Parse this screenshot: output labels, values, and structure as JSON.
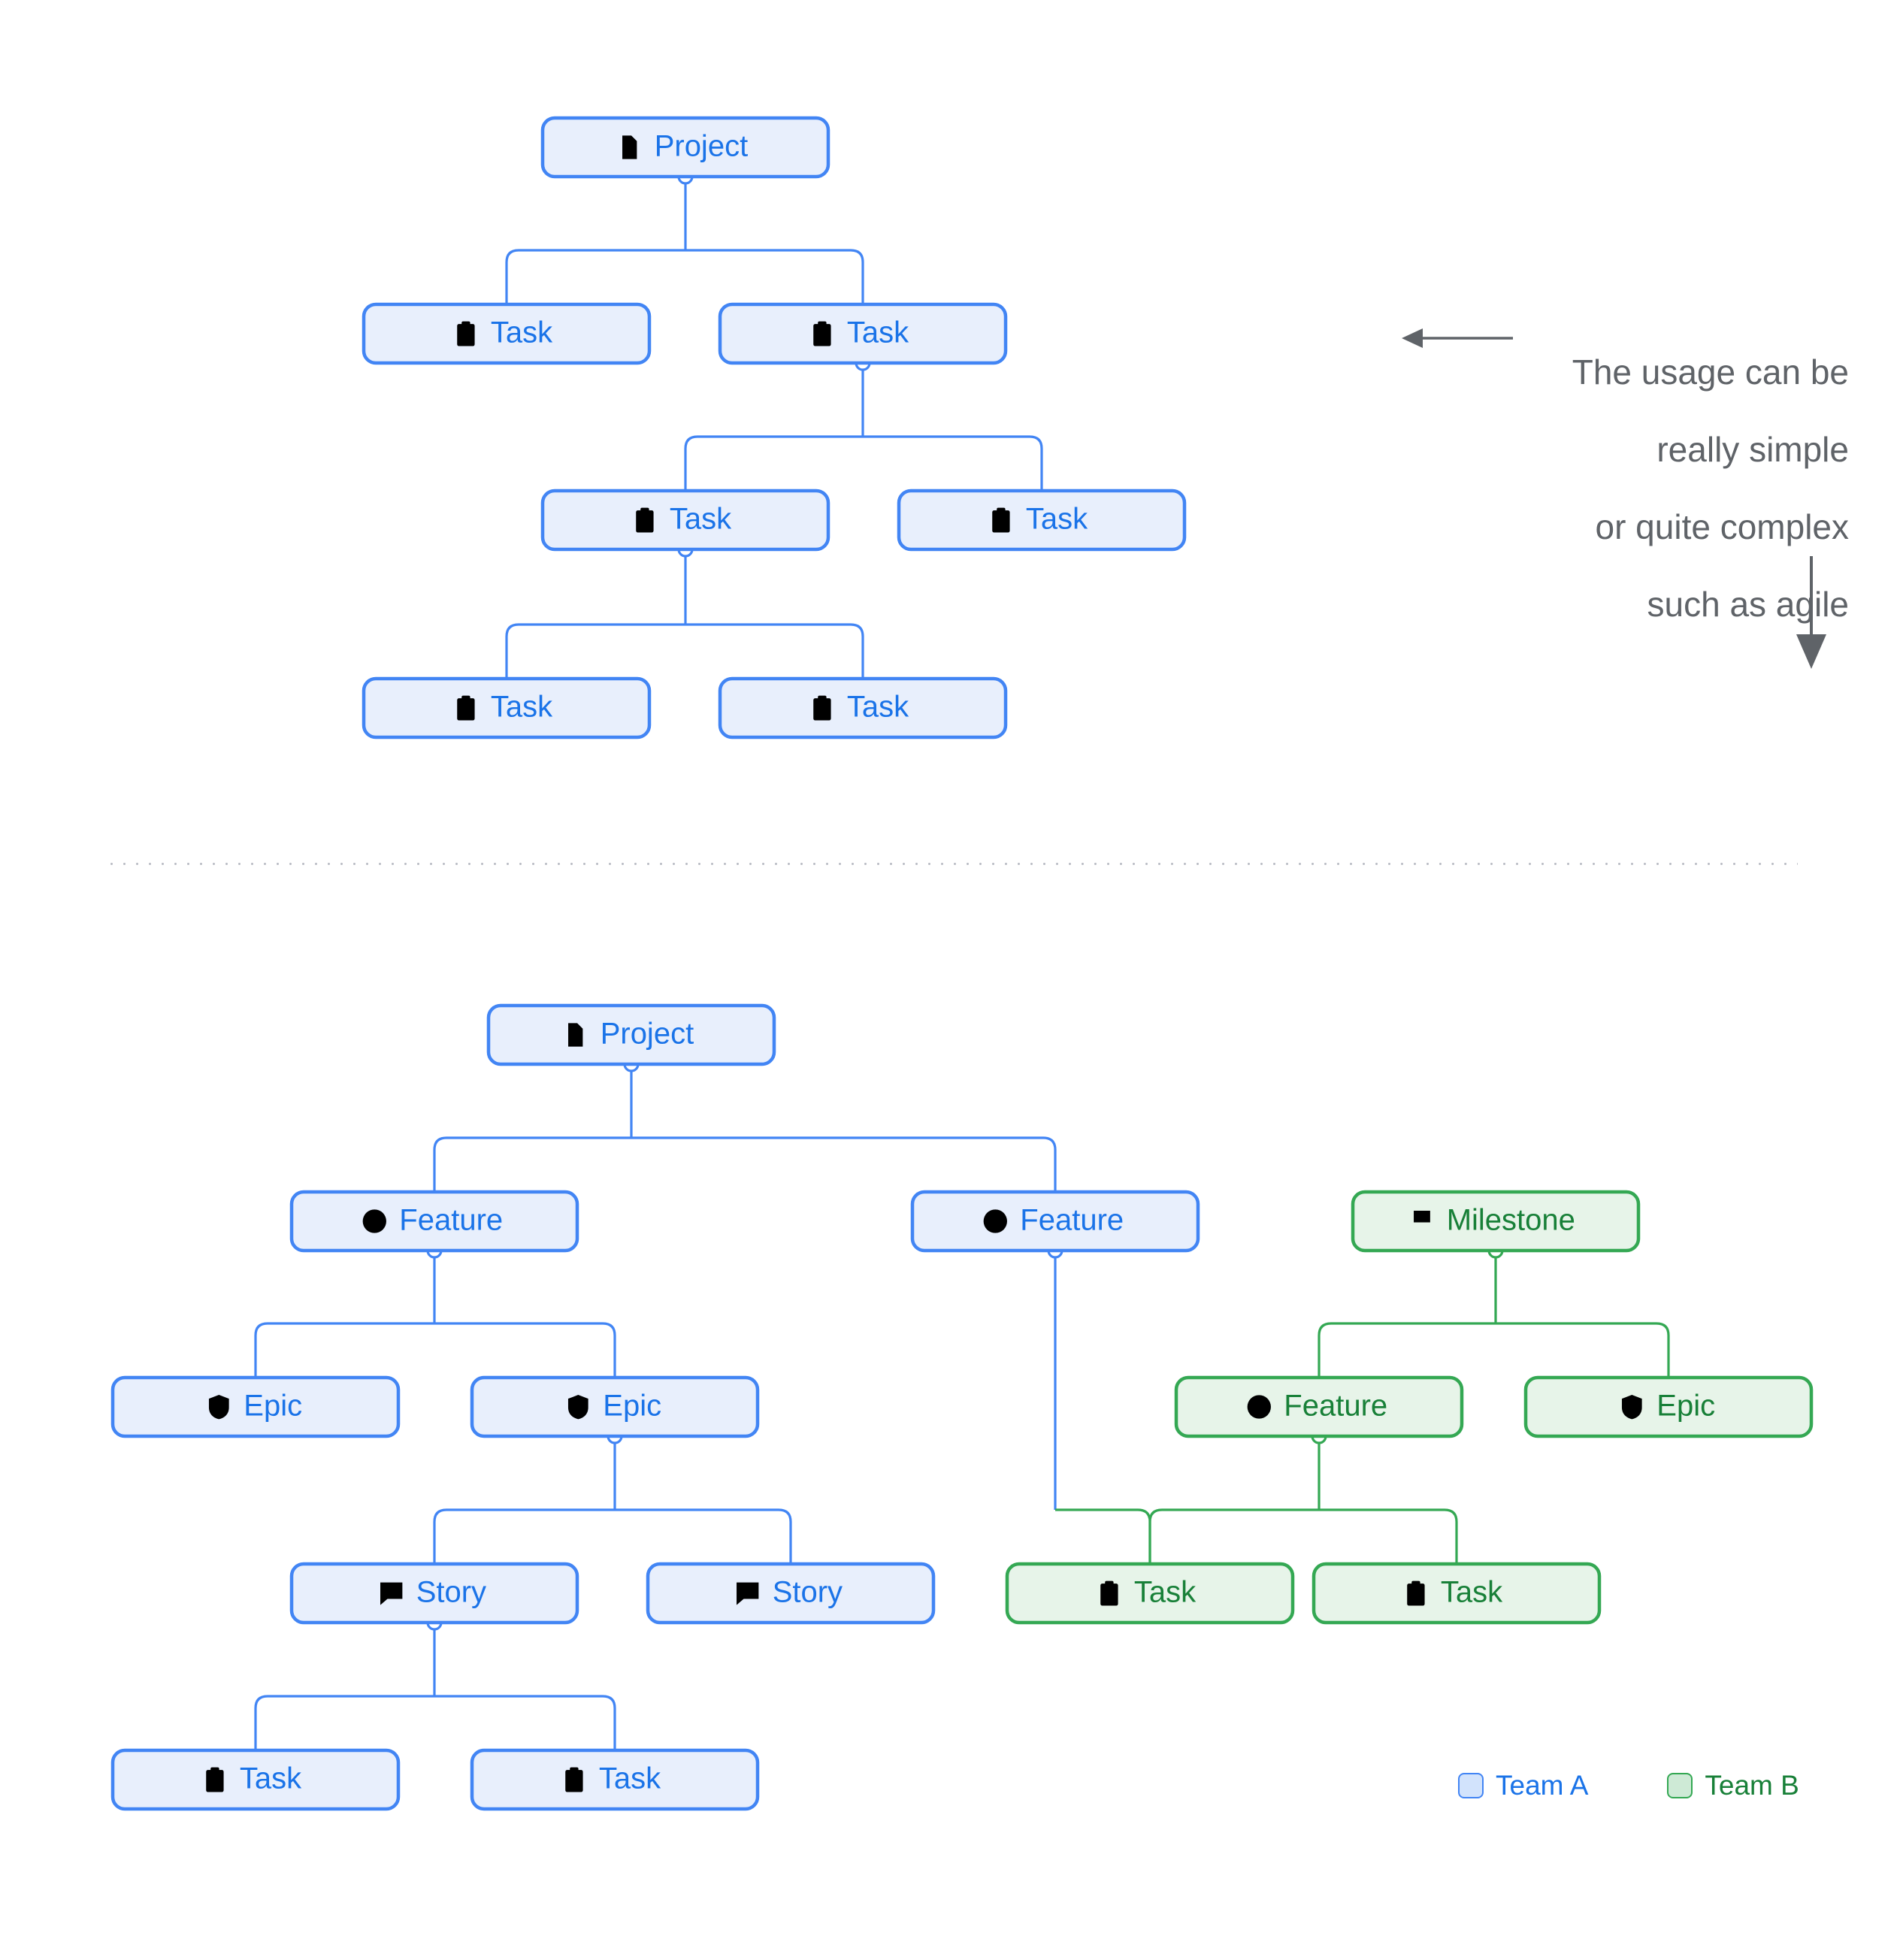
{
  "colors": {
    "blue_stroke": "#4285f4",
    "blue_fill": "#e8effc",
    "blue_text": "#1a73e8",
    "green_stroke": "#34a853",
    "green_fill": "#e7f4e9",
    "green_text": "#188038",
    "annotation_text": "#5f6368",
    "divider": "#b9bcc4",
    "background": "#ffffff"
  },
  "annotation": {
    "line1": "The usage can be",
    "line2": "really simple",
    "line3": "or quite complex",
    "line4": "such as agile",
    "arrow_left": "arrow-left-icon",
    "arrow_down": "arrow-down-icon"
  },
  "legend": {
    "items": [
      {
        "label": "Team A",
        "color": "#4285f4",
        "swatch": "#d2e3fc"
      },
      {
        "label": "Team B",
        "color": "#34a853",
        "swatch": "#ceead6"
      }
    ]
  },
  "diagram_simple": {
    "title": "simple-task-tree",
    "nodes": [
      {
        "id": "s-project",
        "label": "Project",
        "icon": "document-icon",
        "team": "blue"
      },
      {
        "id": "s-task-1",
        "label": "Task",
        "icon": "clipboard-check-icon",
        "team": "blue"
      },
      {
        "id": "s-task-2",
        "label": "Task",
        "icon": "clipboard-check-icon",
        "team": "blue"
      },
      {
        "id": "s-task-3",
        "label": "Task",
        "icon": "clipboard-check-icon",
        "team": "blue"
      },
      {
        "id": "s-task-4",
        "label": "Task",
        "icon": "clipboard-check-icon",
        "team": "blue"
      },
      {
        "id": "s-task-5",
        "label": "Task",
        "icon": "clipboard-check-icon",
        "team": "blue"
      },
      {
        "id": "s-task-6",
        "label": "Task",
        "icon": "clipboard-check-icon",
        "team": "blue"
      }
    ],
    "edges": [
      {
        "from": "s-project",
        "to": "s-task-1"
      },
      {
        "from": "s-project",
        "to": "s-task-2"
      },
      {
        "from": "s-task-2",
        "to": "s-task-3"
      },
      {
        "from": "s-task-2",
        "to": "s-task-4"
      },
      {
        "from": "s-task-3",
        "to": "s-task-5"
      },
      {
        "from": "s-task-3",
        "to": "s-task-6"
      }
    ]
  },
  "diagram_agile": {
    "title": "agile-project-tree",
    "nodes": [
      {
        "id": "a-project",
        "label": "Project",
        "icon": "document-icon",
        "team": "blue"
      },
      {
        "id": "a-feature-1",
        "label": "Feature",
        "icon": "star-circle-icon",
        "team": "blue"
      },
      {
        "id": "a-feature-2",
        "label": "Feature",
        "icon": "star-circle-icon",
        "team": "blue"
      },
      {
        "id": "a-milestone",
        "label": "Milestone",
        "icon": "flag-icon",
        "team": "green"
      },
      {
        "id": "a-epic-1",
        "label": "Epic",
        "icon": "shield-check-icon",
        "team": "blue"
      },
      {
        "id": "a-epic-2",
        "label": "Epic",
        "icon": "shield-check-icon",
        "team": "blue"
      },
      {
        "id": "a-feature-3",
        "label": "Feature",
        "icon": "star-circle-icon",
        "team": "green"
      },
      {
        "id": "a-epic-3",
        "label": "Epic",
        "icon": "shield-check-icon",
        "team": "green"
      },
      {
        "id": "a-story-1",
        "label": "Story",
        "icon": "comment-star-icon",
        "team": "blue"
      },
      {
        "id": "a-story-2",
        "label": "Story",
        "icon": "comment-star-icon",
        "team": "blue"
      },
      {
        "id": "a-task-g1",
        "label": "Task",
        "icon": "clipboard-check-icon",
        "team": "green"
      },
      {
        "id": "a-task-g2",
        "label": "Task",
        "icon": "clipboard-check-icon",
        "team": "green"
      },
      {
        "id": "a-task-b1",
        "label": "Task",
        "icon": "clipboard-check-icon",
        "team": "blue"
      },
      {
        "id": "a-task-b2",
        "label": "Task",
        "icon": "clipboard-check-icon",
        "team": "blue"
      }
    ],
    "edges": [
      {
        "from": "a-project",
        "to": "a-feature-1"
      },
      {
        "from": "a-project",
        "to": "a-feature-2"
      },
      {
        "from": "a-feature-1",
        "to": "a-epic-1"
      },
      {
        "from": "a-feature-1",
        "to": "a-epic-2"
      },
      {
        "from": "a-milestone",
        "to": "a-feature-3"
      },
      {
        "from": "a-milestone",
        "to": "a-epic-3"
      },
      {
        "from": "a-epic-2",
        "to": "a-story-1"
      },
      {
        "from": "a-epic-2",
        "to": "a-story-2"
      },
      {
        "from": "a-feature-2",
        "to": "a-task-g1"
      },
      {
        "from": "a-feature-3",
        "to": "a-task-g1"
      },
      {
        "from": "a-feature-3",
        "to": "a-task-g2"
      },
      {
        "from": "a-story-1",
        "to": "a-task-b1"
      },
      {
        "from": "a-story-1",
        "to": "a-task-b2"
      }
    ]
  }
}
